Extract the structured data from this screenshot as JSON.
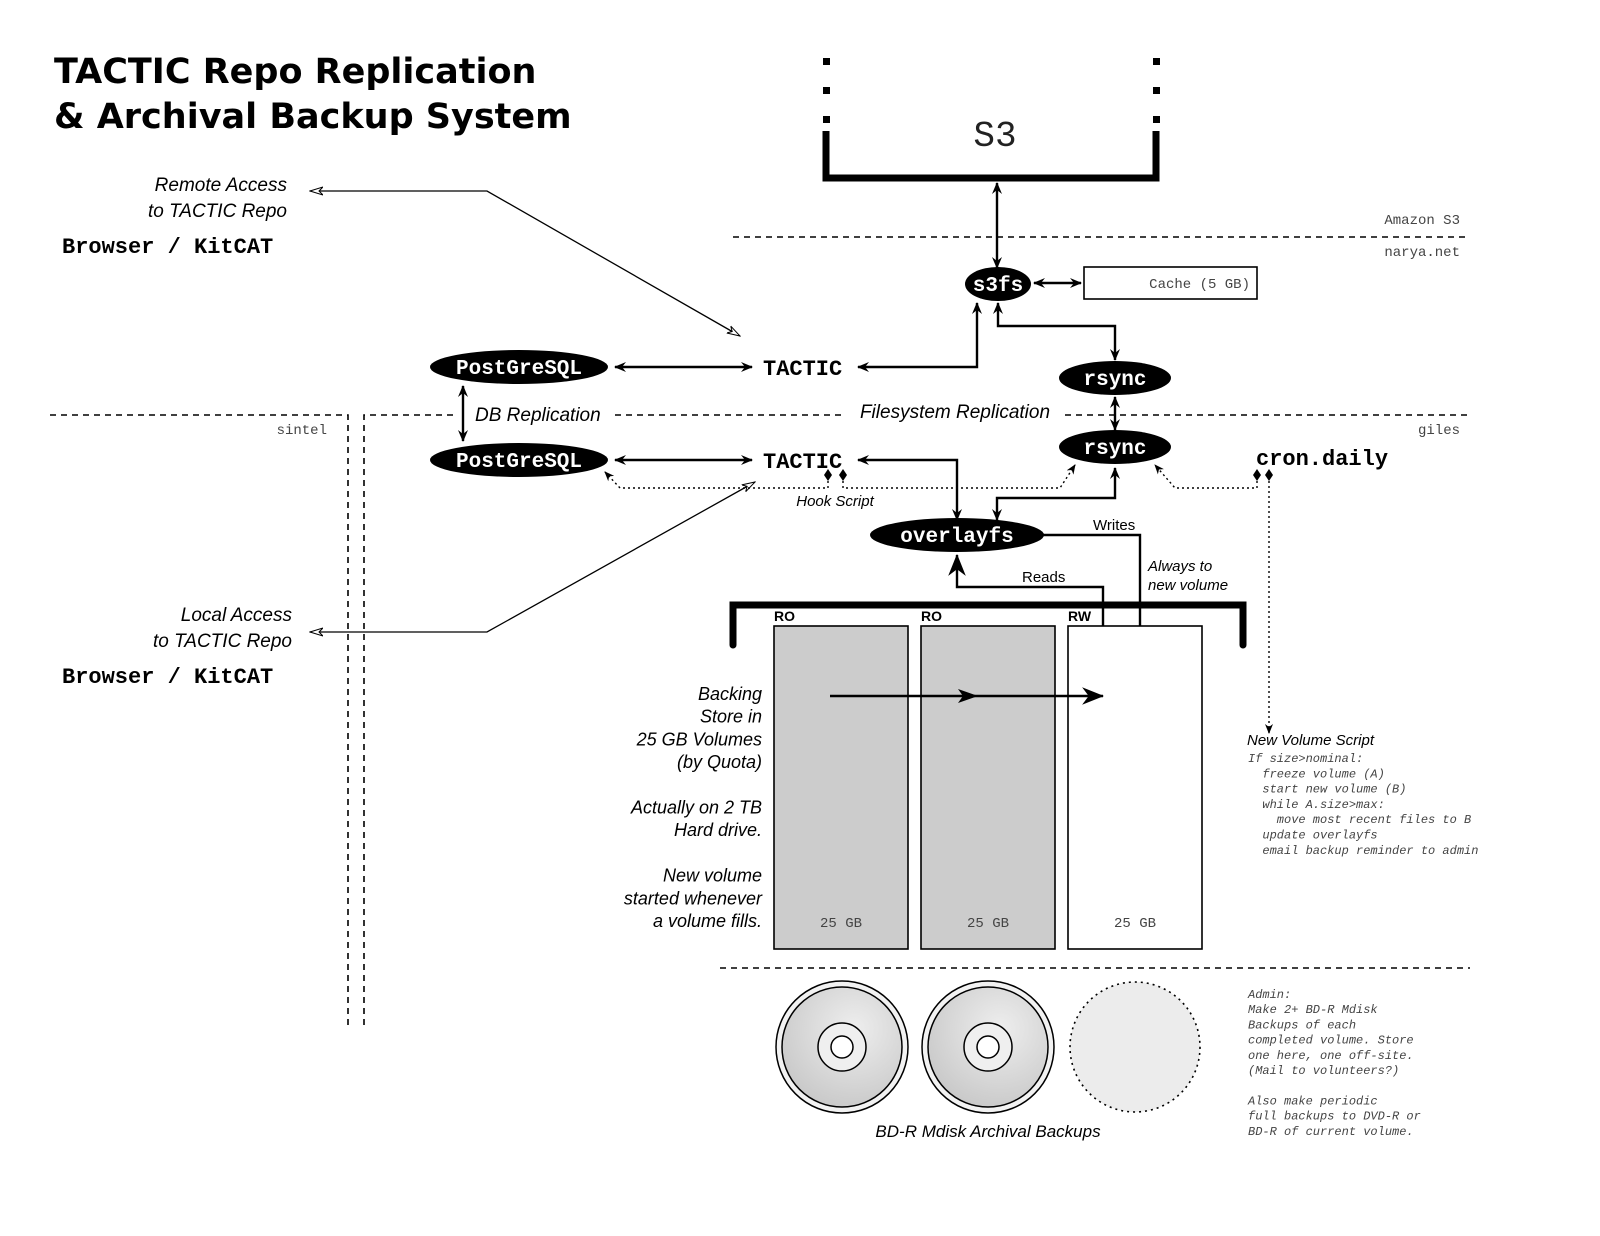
{
  "title": {
    "line1": "TACTIC Repo Replication",
    "line2": "& Archival Backup System"
  },
  "remote_access": {
    "line1": "Remote Access",
    "line2": "to TACTIC Repo",
    "client": "Browser / KitCAT"
  },
  "local_access": {
    "line1": "Local Access",
    "line2": "to TACTIC Repo",
    "client": "Browser / KitCAT"
  },
  "zones": {
    "amazon": "Amazon S3",
    "narya": "narya.net",
    "sintel": "sintel",
    "giles": "giles"
  },
  "s3": {
    "label": "S3"
  },
  "nodes": {
    "s3fs": "s3fs",
    "cache": "Cache (5 GB)",
    "postgres_remote": "PostGreSQL",
    "tactic_remote": "TACTIC",
    "rsync_remote": "rsync",
    "postgres_local": "PostGreSQL",
    "tactic_local": "TACTIC",
    "rsync_local": "rsync",
    "cron": "cron.daily",
    "overlayfs": "overlayfs"
  },
  "edge_labels": {
    "db_replication": "DB Replication",
    "fs_replication": "Filesystem Replication",
    "hook_script": "Hook Script",
    "writes": "Writes",
    "reads": "Reads",
    "always_line1": "Always to",
    "always_line2": "new volume"
  },
  "backing_store_notes": [
    "Backing",
    "Store in",
    "25 GB Volumes",
    "(by Quota)",
    "",
    "Actually on 2 TB",
    "Hard drive.",
    "",
    "New volume",
    "started whenever",
    "a volume fills."
  ],
  "volumes": [
    {
      "mode": "RO",
      "size": "25 GB",
      "state": "full"
    },
    {
      "mode": "RO",
      "size": "25 GB",
      "state": "full"
    },
    {
      "mode": "RW",
      "size": "25 GB",
      "state": "active"
    }
  ],
  "new_volume_script": {
    "title": "New Volume Script",
    "lines": [
      "If size>nominal:",
      "  freeze volume (A)",
      "  start new volume (B)",
      "  while A.size>max:",
      "    move most recent files to B",
      "  update overlayfs",
      "  email backup reminder to admin"
    ]
  },
  "discs": [
    {
      "name": "disc-1",
      "state": "burned"
    },
    {
      "name": "disc-2",
      "state": "burned"
    },
    {
      "name": "disc-3",
      "state": "pending"
    }
  ],
  "discs_caption": "BD-R Mdisk Archival Backups",
  "admin_notes": [
    "Admin:",
    "Make 2+ BD-R Mdisk",
    "Backups of each",
    "completed volume. Store",
    "one here, one off-site.",
    "(Mail to volunteers?)",
    "",
    "Also make periodic",
    "full backups to DVD-R or",
    "BD-R of current volume."
  ],
  "colors": {
    "ink": "#000000",
    "volume_fill": "#cccccc",
    "disc_fill": "#dddddd",
    "muted_text": "#444444"
  }
}
